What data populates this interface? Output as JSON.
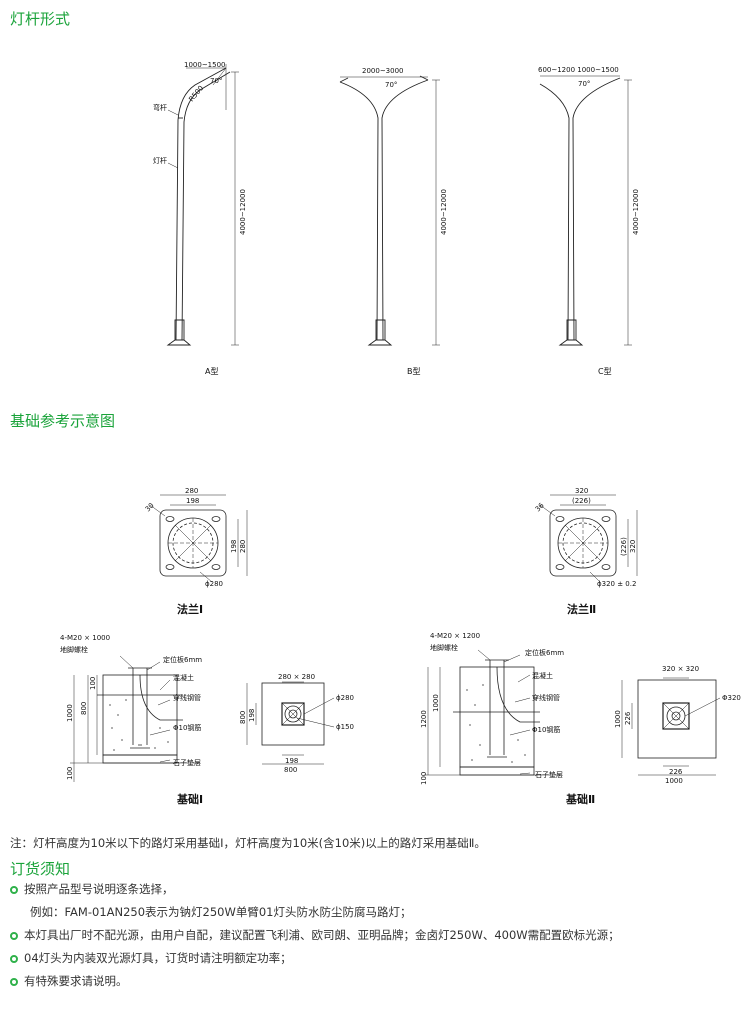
{
  "sections": {
    "pole_forms": "灯杆形式",
    "foundation": "基础参考示意图",
    "ordering": "订货须知"
  },
  "poles": {
    "a": {
      "label": "A型",
      "arm_span": "1000~1500",
      "angle": "70°",
      "radius": "R500",
      "height": "4000~12000",
      "arm_name": "弯杆",
      "pole_name": "灯杆"
    },
    "b": {
      "label": "B型",
      "arm_span": "2000~3000",
      "angle": "70°",
      "height": "4000~12000"
    },
    "c": {
      "label": "C型",
      "arm_span": "600~1200 1000~1500",
      "angle": "70°",
      "height": "4000~12000"
    }
  },
  "flanges": {
    "f1": {
      "label": "法兰Ⅰ",
      "width": "280",
      "inner": "198",
      "side_inner": "198",
      "side": "280",
      "hole": "30",
      "dia": "ϕ280"
    },
    "f2": {
      "label": "法兰Ⅱ",
      "width": "320",
      "inner": "(226)",
      "side_inner": "(226)",
      "side": "320",
      "hole": "36",
      "dia": "ϕ320 ± 0.2"
    }
  },
  "base1": {
    "label": "基础Ⅰ",
    "bolt": "4-M20 × 1000",
    "bolt_name": "地脚螺栓",
    "plate": "定位板6mm",
    "concrete": "混凝土",
    "pipe": "穿线钢管",
    "rebar": "Φ10钢筋",
    "gravel": "石子垫层",
    "h_total": "1000",
    "h_top": "100",
    "h_mid": "800",
    "h_bottom": "100",
    "plan_top": "280 × 280",
    "plan_d1": "ϕ280",
    "plan_d2": "ϕ150",
    "plan_h": "800",
    "plan_hi": "198",
    "plan_wi": "198",
    "plan_w": "800"
  },
  "base2": {
    "label": "基础Ⅱ",
    "bolt": "4-M20 × 1200",
    "bolt_name": "地脚螺栓",
    "plate": "定位板6mm",
    "concrete": "混凝土",
    "pipe": "穿线钢管",
    "rebar": "Φ10钢筋",
    "gravel": "石子垫层",
    "h_total": "1200",
    "h_inner": "1000",
    "h_bottom": "100",
    "plan_top": "320 × 320",
    "plan_d1": "Φ320",
    "plan_h": "1000",
    "plan_hi": "226",
    "plan_wi": "226",
    "plan_w": "1000"
  },
  "note": "注：灯杆高度为10米以下的路灯采用基础Ⅰ，灯杆高度为10米(含10米)以上的路灯采用基础Ⅱ。",
  "order_items": [
    "按照产品型号说明逐条选择，",
    "例如：FAM-01AN250表示为钠灯250W单臂01灯头防水防尘防腐马路灯；",
    "本灯具出厂时不配光源，由用户自配，建议配置飞利浦、欧司朗、亚明品牌；金卤灯250W、400W需配置欧标光源；",
    "04灯头为内装双光源灯具，订货时请注明额定功率；",
    "有特殊要求请说明。"
  ],
  "colors": {
    "accent": "#1aa33a",
    "bullet": "#2fb14a"
  }
}
